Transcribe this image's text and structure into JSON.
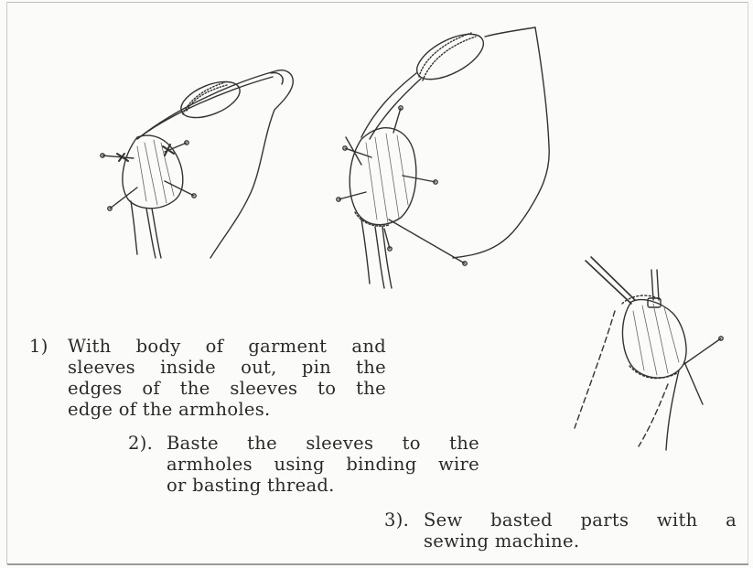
{
  "steps": [
    {
      "number": "1)",
      "lines": [
        "With body of garment and",
        "sleeves inside out, pin the",
        "edges of the sleeves to the",
        "edge of the armholes."
      ]
    },
    {
      "number": "2).",
      "lines": [
        "Baste the sleeves to the",
        "armholes using binding wire",
        "or basting thread."
      ]
    },
    {
      "number": "3).",
      "lines": [
        "Sew basted parts with a",
        "sewing machine."
      ]
    }
  ]
}
